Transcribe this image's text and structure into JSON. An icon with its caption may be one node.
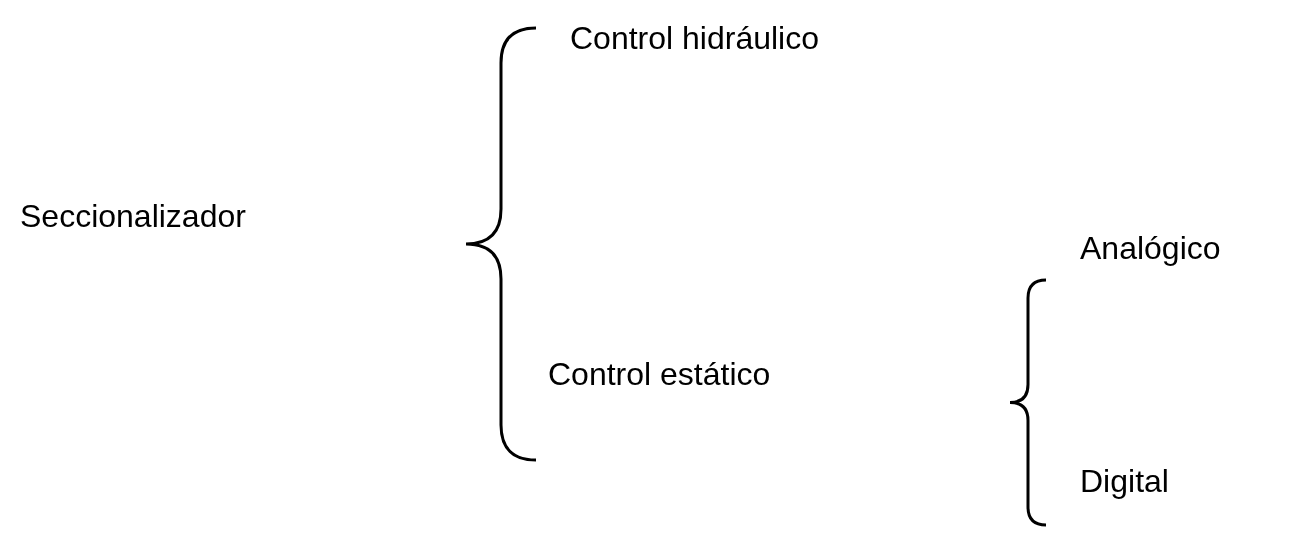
{
  "diagram": {
    "labels": [
      "Control hidráulico",
      "Seccionalizador",
      "Analógico",
      "Control estático",
      "Digital"
    ]
  }
}
